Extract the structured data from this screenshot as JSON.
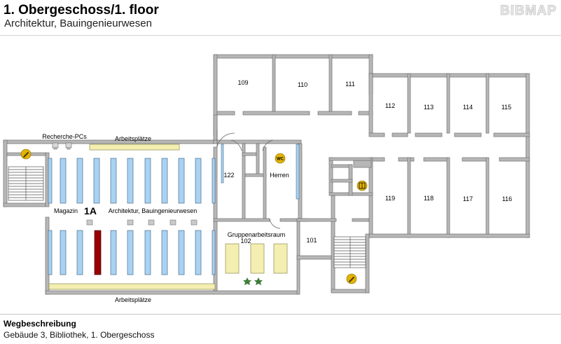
{
  "header": {
    "title": "1. Obergeschoss/1. floor",
    "subtitle": "Architektur, Bauingenieurwesen",
    "logo": "BIBMAP"
  },
  "map": {
    "rooms": {
      "r109": "109",
      "r110": "110",
      "r111": "111",
      "r112": "112",
      "r113": "113",
      "r114": "114",
      "r115": "115",
      "r116": "116",
      "r117": "117",
      "r118": "118",
      "r119": "119",
      "r122": "122",
      "r101": "101",
      "r102": "102"
    },
    "labels": {
      "herren": "Herren",
      "gruppenarbeitsraum": "Gruppenarbeitsraum",
      "recherche_pcs": "Recherche-PCs",
      "arbeitsplaetze_top": "Arbeitsplätze",
      "arbeitsplaetze_bottom": "Arbeitsplätze",
      "magazin": "Magazin",
      "location_code": "1A",
      "section": "Architektur, Bauingenieurwesen",
      "wc": "WC"
    },
    "colors": {
      "wall": "#b7b7b7",
      "shelf": "#a9d2f2",
      "highlight_shelf": "#990000",
      "table": "#f4efb0",
      "plant": "#3f7d3a",
      "icon": "#e3b400"
    },
    "icons": [
      "stairs-icon",
      "stairs-icon",
      "elevator-icon",
      "wc-icon",
      "computer-icon",
      "plant-icon"
    ]
  },
  "footer": {
    "title": "Wegbeschreibung",
    "text": "Gebäude 3, Bibliothek, 1. Obergeschoss"
  }
}
